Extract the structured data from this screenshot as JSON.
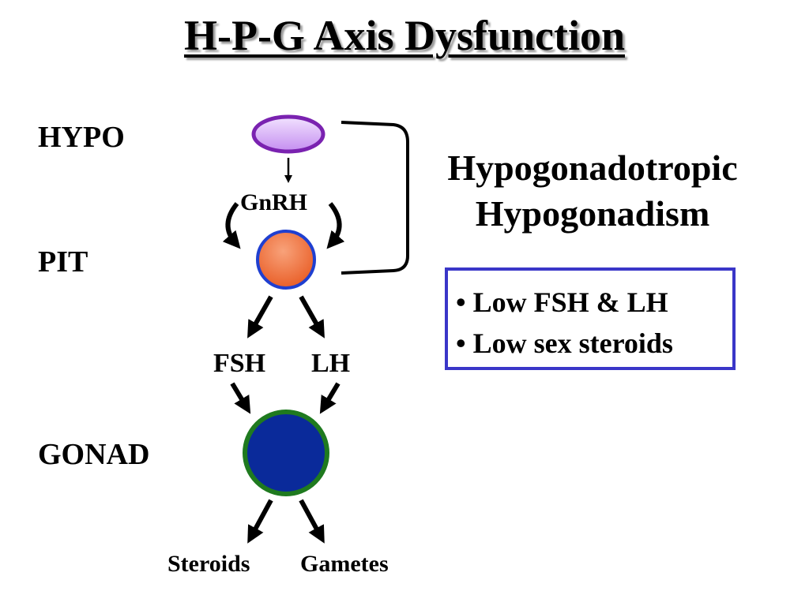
{
  "title": "H-P-G Axis Dysfunction",
  "levels": {
    "hypo": "HYPO",
    "pit": "PIT",
    "gonad": "GONAD"
  },
  "hormones": {
    "gnrh": "GnRH",
    "fsh": "FSH",
    "lh": "LH",
    "steroids": "Steroids",
    "gametes": "Gametes"
  },
  "condition": {
    "line1": "Hypogonadotropic",
    "line2": "Hypogonadism"
  },
  "findings": [
    "• Low FSH & LH",
    "• Low sex steroids"
  ],
  "colors": {
    "hypothalamus_fill": "#d9b0f5",
    "hypothalamus_stroke": "#7a22b0",
    "pituitary_fill": "#f06a3a",
    "pituitary_stroke": "#1f3fd0",
    "gonad_fill": "#0a2a9a",
    "gonad_stroke": "#1f7a1f",
    "box_border": "#3a36c8"
  }
}
